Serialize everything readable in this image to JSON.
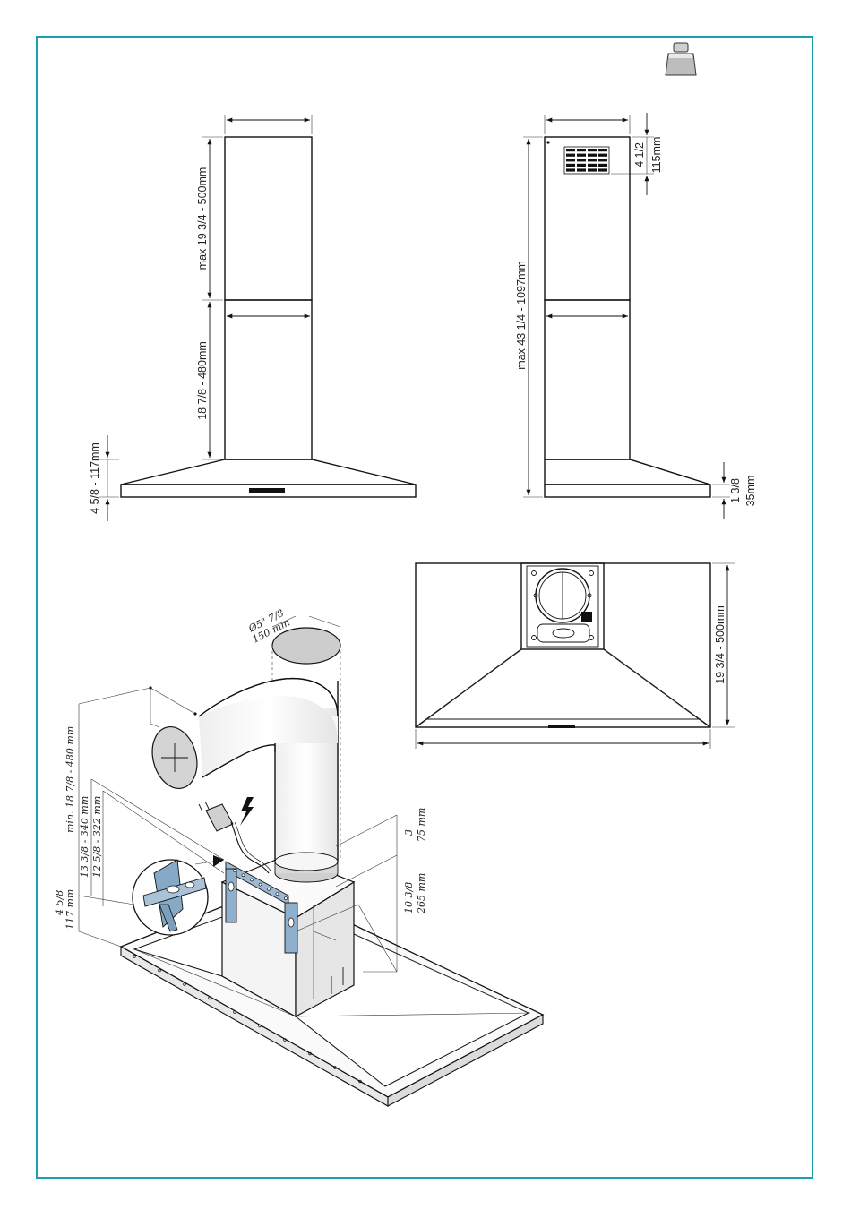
{
  "colors": {
    "frame": "#1a9fb0",
    "line": "#111111",
    "metal": "#d6d6d6",
    "bracket": "#7fa8c8"
  },
  "icons": {
    "weight": "weight-icon",
    "electric": "lightning-icon"
  },
  "front_view": {
    "upper_chimney": "max 19 3/4 - 500mm",
    "lower_chimney": "18 7/8 - 480mm",
    "canopy_height": "4 5/8 - 117mm"
  },
  "side_view": {
    "total_height": "max 43 1/4 - 1097mm",
    "vent_offset_in": "4 1/2",
    "vent_offset_mm": "115mm",
    "canopy_edge_in": "1 3/8",
    "canopy_edge_mm": "35mm"
  },
  "top_view": {
    "depth": "19 3/4 - 500mm"
  },
  "install_view": {
    "duct_diameter_in": "Ø5\" 7/8",
    "duct_diameter_mm": "150 mm",
    "min_height": "min. 18 7/8 - 480 mm",
    "range_a": "13 3/8 - 340 mm",
    "range_b": "12 5/8 - 322 mm",
    "base_in": "4 5/8",
    "base_mm": "117 mm",
    "top_in": "3",
    "top_mm": "75 mm",
    "mid_in": "10 3/8",
    "mid_mm": "265 mm"
  }
}
